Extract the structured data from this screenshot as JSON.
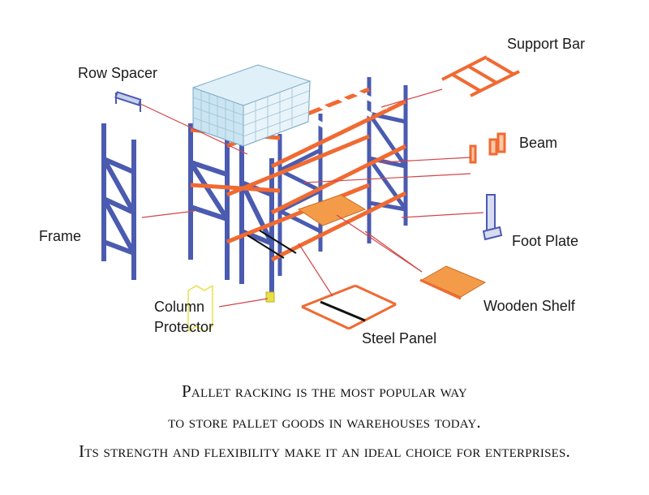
{
  "labels": {
    "support_bar": "Support Bar",
    "row_spacer": "Row Spacer",
    "beam": "Beam",
    "frame": "Frame",
    "foot_plate": "Foot Plate",
    "wooden_shelf": "Wooden Shelf",
    "column_protector_1": "Column",
    "column_protector_2": "Protector",
    "steel_panel": "Steel Panel"
  },
  "caption": {
    "line1": "Pallet racking is the most popular way",
    "line2": "to store pallet goods in warehouses today.",
    "line3": "Its strength and flexibility make it an ideal choice for enterprises."
  },
  "colors": {
    "upright_blue": "#4a5bb0",
    "beam_orange": "#f06a32",
    "shelf_orange": "#f49b4a",
    "leader_line": "#d2454a",
    "column_protector": "#e8e04a",
    "pallet_goods": "#c9e6f3"
  }
}
